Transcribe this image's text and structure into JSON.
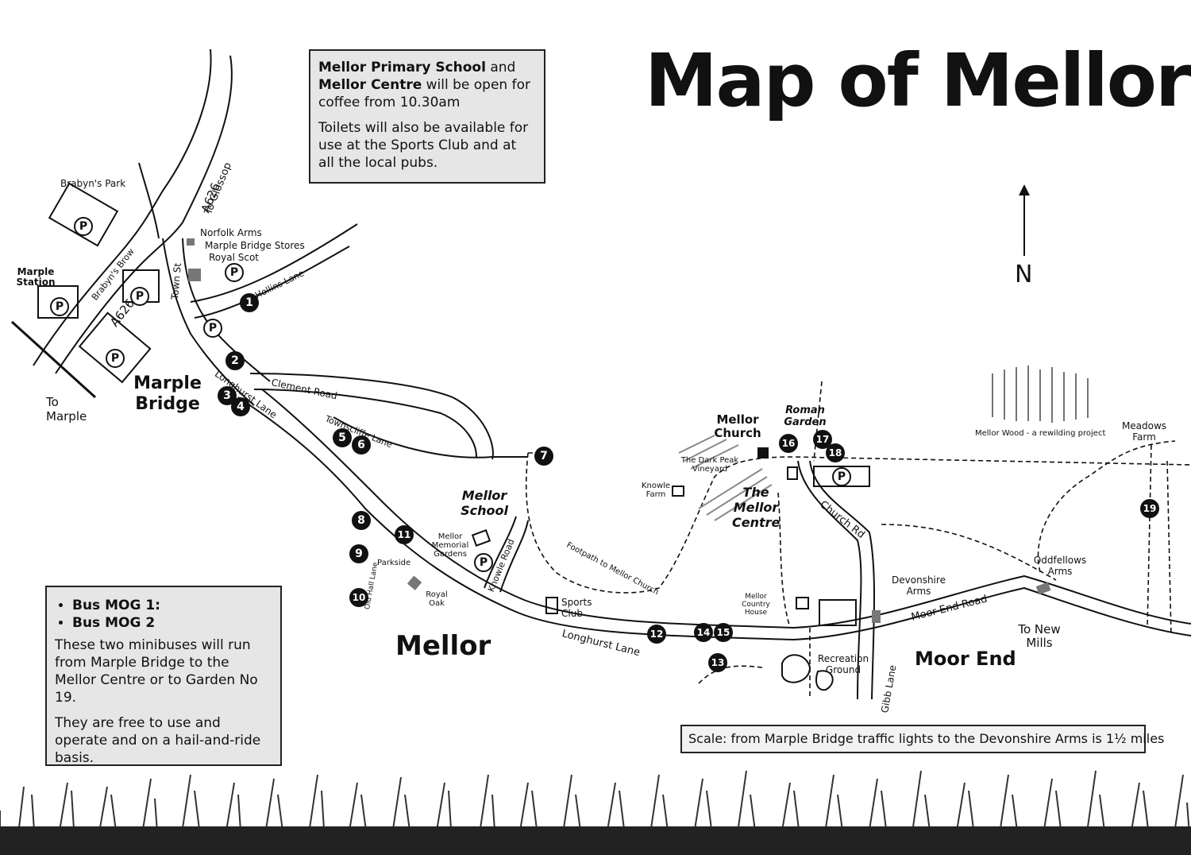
{
  "title": "Map of Mellor",
  "info_box": {
    "line1_bold_a": "Mellor Primary School",
    "line1_rest": " and",
    "line2_bold": "Mellor Centre",
    "line2_rest": " will be open for coffee from 10.30am",
    "para2": "Toilets will also be available for use at the Sports Club and at all the local pubs."
  },
  "bus_box": {
    "items": [
      "Bus MOG 1:",
      "Bus MOG 2"
    ],
    "para1": "These two minibuses will run from Marple Bridge to the Mellor Centre or to Garden No 19.",
    "para2": "They are free to use and operate and on a hail-and-ride basis."
  },
  "scale_text": "Scale: from Marple Bridge traffic lights to the Devonshire Arms is 1½ miles",
  "north_label": "N",
  "places": {
    "marple_bridge": "Marple Bridge",
    "mellor": "Mellor",
    "moor_end": "Moor End",
    "marple_station": "Marple Station",
    "brabyns_park": "Brabyn's Park",
    "to_marple": "To Marple",
    "norfolk_arms": "Norfolk Arms",
    "marple_bridge_stores": "Marple Bridge Stores",
    "royal_scot": "Royal Scot",
    "mellor_school": "Mellor School",
    "mellor_memorial_gardens": "Mellor Memorial Gardens",
    "royal_oak": "Royal Oak",
    "sports_club": "Sports Club",
    "knowle_farm": "Knowle Farm",
    "dark_peak_vineyard": "The Dark Peak Vineyard",
    "mellor_church": "Mellor Church",
    "roman_garden": "Roman Garden",
    "mellor_centre": "The Mellor Centre",
    "mellor_country_house": "Mellor Country House",
    "recreation_ground": "Recreation Ground",
    "devonshire_arms": "Devonshire Arms",
    "oddfellows_arms": "Oddfellows Arms",
    "mellor_wood": "Mellor Wood - a rewilding project",
    "meadows_farm": "Meadows Farm",
    "to_new_mills": "To New Mills"
  },
  "roads": {
    "a626_north": "A626",
    "to_glossop": "To Glossop",
    "a626_south": "A626",
    "brabyns_brow": "Brabyn's Brow",
    "town_st": "Town St",
    "hollins_lane": "Hollins Lane",
    "clement_road": "Clement Road",
    "longhurst_lane_north": "Longhurst Lane",
    "townscliffe_lane": "Townscliffe Lane",
    "knowle_road": "Knowle Road",
    "footpath": "Footpath to Mellor Church",
    "parkside": "Parkside",
    "old_hall_lane": "Old Hall Lane",
    "longhurst_lane_south": "Longhurst Lane",
    "church_rd": "Church Rd",
    "moor_end_road": "Moor End Road",
    "gibb_lane": "Gibb Lane"
  },
  "gardens": [
    "1",
    "2",
    "3",
    "4",
    "5",
    "6",
    "7",
    "8",
    "9",
    "10",
    "11",
    "12",
    "13",
    "14",
    "15",
    "16",
    "17",
    "18",
    "19"
  ],
  "parking_label": "P"
}
